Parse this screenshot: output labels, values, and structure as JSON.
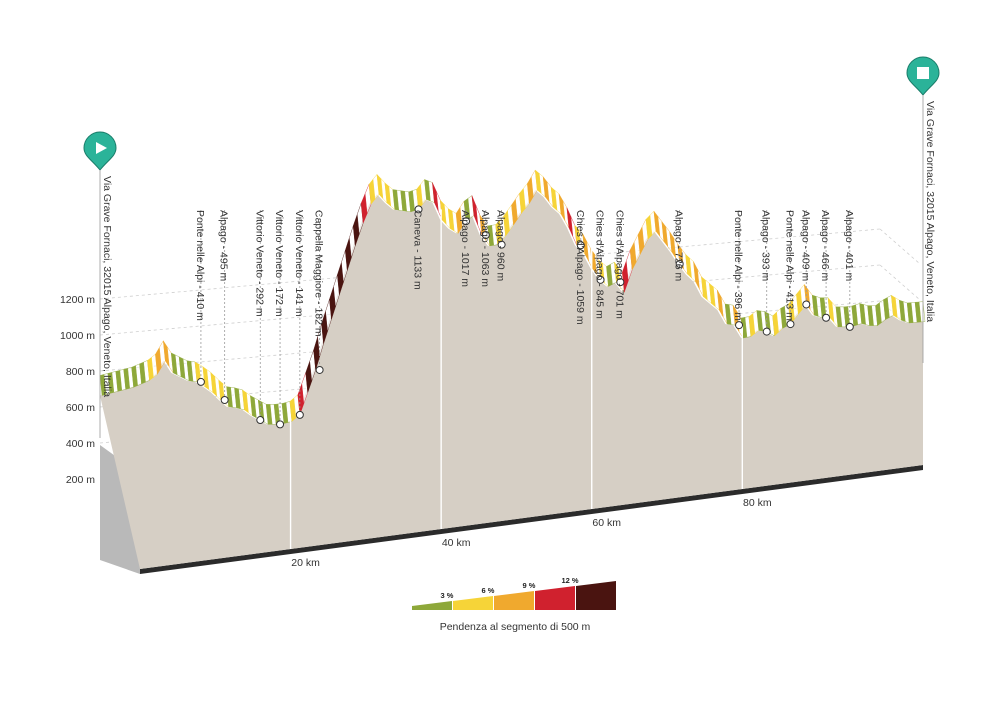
{
  "chart_data": {
    "type": "area",
    "y_unit": "m",
    "x_unit": "km",
    "y_ticks": [
      "200 m",
      "400 m",
      "600 m",
      "800 m",
      "1000 m",
      "1200 m"
    ],
    "y_tick_values": [
      200,
      400,
      600,
      800,
      1000,
      1200
    ],
    "x_ticks": [
      "20 km",
      "40 km",
      "60 km",
      "80 km"
    ],
    "x_tick_values": [
      20,
      40,
      60,
      80
    ],
    "xlim": [
      0,
      105
    ],
    "ylim": [
      0,
      1400
    ],
    "grid": true,
    "profile": [
      [
        0,
        380
      ],
      [
        2,
        395
      ],
      [
        4,
        410
      ],
      [
        6,
        440
      ],
      [
        7,
        470
      ],
      [
        8,
        540
      ],
      [
        9,
        470
      ],
      [
        11,
        420
      ],
      [
        12,
        410
      ],
      [
        13,
        380
      ],
      [
        14,
        345
      ],
      [
        15,
        300
      ],
      [
        16,
        260
      ],
      [
        17,
        250
      ],
      [
        18,
        235
      ],
      [
        19,
        200
      ],
      [
        20,
        172
      ],
      [
        21,
        145
      ],
      [
        22,
        141
      ],
      [
        23,
        142
      ],
      [
        24,
        150
      ],
      [
        25,
        182
      ],
      [
        26,
        300
      ],
      [
        27,
        420
      ],
      [
        28,
        560
      ],
      [
        29,
        690
      ],
      [
        30,
        820
      ],
      [
        31,
        950
      ],
      [
        32,
        1080
      ],
      [
        33,
        1200
      ],
      [
        34,
        1300
      ],
      [
        35,
        1350
      ],
      [
        36,
        1300
      ],
      [
        37,
        1260
      ],
      [
        38,
        1250
      ],
      [
        39,
        1240
      ],
      [
        40,
        1250
      ],
      [
        41,
        1300
      ],
      [
        42,
        1280
      ],
      [
        43,
        1180
      ],
      [
        44,
        1130
      ],
      [
        45,
        1100
      ],
      [
        46,
        1163
      ],
      [
        47,
        1190
      ],
      [
        48,
        1080
      ],
      [
        49,
        1017
      ],
      [
        50,
        1020
      ],
      [
        51,
        1063
      ],
      [
        52,
        1120
      ],
      [
        53,
        1180
      ],
      [
        54,
        1230
      ],
      [
        55,
        1300
      ],
      [
        56,
        1260
      ],
      [
        57,
        1200
      ],
      [
        58,
        1159
      ],
      [
        59,
        1080
      ],
      [
        60,
        980
      ],
      [
        61,
        930
      ],
      [
        62,
        845
      ],
      [
        63,
        780
      ],
      [
        64,
        740
      ],
      [
        65,
        760
      ],
      [
        66,
        701
      ],
      [
        67,
        820
      ],
      [
        68,
        900
      ],
      [
        69,
        980
      ],
      [
        70,
        1020
      ],
      [
        71,
        960
      ],
      [
        72,
        900
      ],
      [
        73,
        830
      ],
      [
        74,
        770
      ],
      [
        75,
        726
      ],
      [
        76,
        640
      ],
      [
        77,
        600
      ],
      [
        78,
        560
      ],
      [
        79,
        480
      ],
      [
        80,
        470
      ],
      [
        81,
        396
      ],
      [
        82,
        400
      ],
      [
        83,
        430
      ],
      [
        84,
        420
      ],
      [
        85,
        393
      ],
      [
        86,
        430
      ],
      [
        87,
        450
      ],
      [
        88,
        500
      ],
      [
        89,
        550
      ],
      [
        90,
        488
      ],
      [
        91,
        470
      ],
      [
        92,
        466
      ],
      [
        93,
        413
      ],
      [
        94,
        409
      ],
      [
        95,
        410
      ],
      [
        96,
        420
      ],
      [
        97,
        405
      ],
      [
        98,
        401
      ],
      [
        99,
        430
      ],
      [
        100,
        450
      ],
      [
        101,
        420
      ],
      [
        102,
        401
      ],
      [
        104,
        401
      ]
    ],
    "grade_legend": {
      "title": "Pendenza al segmento di 500 m",
      "labels": [
        "3 %",
        "6 %",
        "9 %",
        "12 %"
      ]
    },
    "waypoints": [
      {
        "label": "Via Grave Fornaci, 32015 Alpago, Veneto, Italia",
        "km": 0,
        "type": "start"
      },
      {
        "label": "Ponte nelle Alpi - 410 m",
        "km": 12.5
      },
      {
        "label": "Alpago - 495 m",
        "km": 15.5
      },
      {
        "label": "Vittorio Veneto - 292 m",
        "km": 20
      },
      {
        "label": "Vittorio Veneto - 172 m",
        "km": 22.5
      },
      {
        "label": "Vittorio Veneto - 141 m",
        "km": 25
      },
      {
        "label": "Cappella Maggiore - 182 m",
        "km": 27.5
      },
      {
        "label": "Caneva - 1133 m",
        "km": 40
      },
      {
        "label": "Alpago - 1017 m",
        "km": 46
      },
      {
        "label": "Alpago - 1063 m",
        "km": 48.5
      },
      {
        "label": "Alpago - 960 m",
        "km": 50.5
      },
      {
        "label": "Chies d'Alpago - 1059 m",
        "km": 60.5
      },
      {
        "label": "Chies d'Alpago - 845 m",
        "km": 63
      },
      {
        "label": "Chies d'Alpago - 701 m",
        "km": 65.5
      },
      {
        "label": "Alpago - 726 m",
        "km": 73
      },
      {
        "label": "Ponte nelle Alpi - 396 m",
        "km": 80.5
      },
      {
        "label": "Alpago - 393 m",
        "km": 84
      },
      {
        "label": "Ponte nelle Alpi - 413 m",
        "km": 87
      },
      {
        "label": "Alpago - 409 m",
        "km": 89
      },
      {
        "label": "Alpago - 466 m",
        "km": 91.5
      },
      {
        "label": "Alpago - 401 m",
        "km": 94.5
      },
      {
        "label": "Via Grave Fornaci, 32015 Alpago, Veneto, Italia",
        "km": 104,
        "type": "end"
      }
    ]
  },
  "colors": {
    "grade_3": "#8ea83a",
    "grade_6": "#f6d438",
    "grade_9": "#f0a92e",
    "grade_12": "#d0212e",
    "grade_max": "#4a1410",
    "terrain": "#d6cfc5",
    "base": "#2b2b2b",
    "side": "#b9b9b9",
    "marker": "#2bb399"
  },
  "icons": {
    "start": "play-icon",
    "end": "stop-icon"
  }
}
